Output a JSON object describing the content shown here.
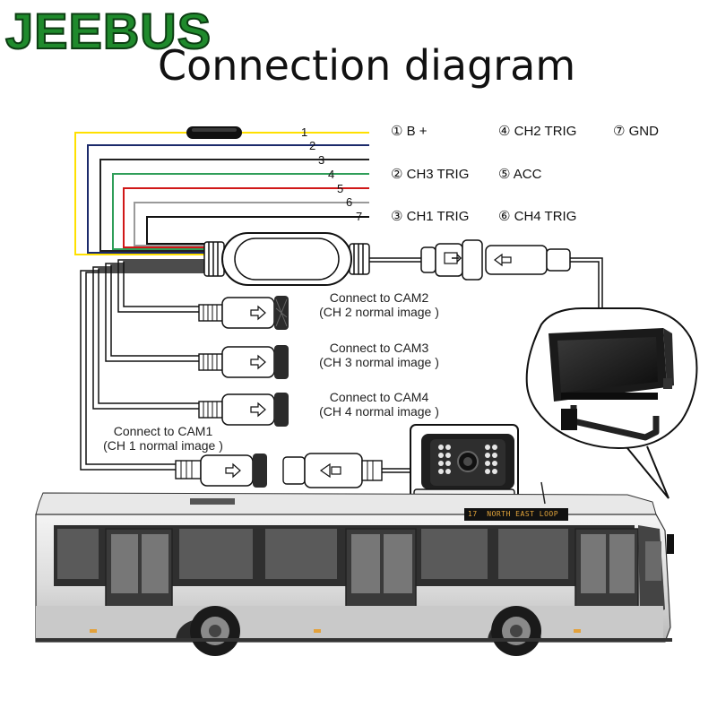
{
  "brand": "JEEBUS",
  "title": "Connection diagram",
  "wire_numbers": [
    "1",
    "2",
    "3",
    "4",
    "5",
    "6",
    "7"
  ],
  "wire_colors": [
    "#ffe000",
    "#1b2a6b",
    "#222222",
    "#2f9e59",
    "#d01818",
    "#9a9a9a",
    "#111111"
  ],
  "legend": [
    {
      "num": "①",
      "label": "B +"
    },
    {
      "num": "④",
      "label": "CH2 TRIG"
    },
    {
      "num": "⑦",
      "label": "GND"
    },
    {
      "num": "②",
      "label": "CH3 TRIG"
    },
    {
      "num": "⑤",
      "label": "ACC"
    },
    {
      "num": "③",
      "label": "CH1 TRIG"
    },
    {
      "num": "⑥",
      "label": "CH4 TRIG"
    }
  ],
  "connections": [
    {
      "line1": "Connect to CAM2",
      "line2": "(CH 2 normal image )"
    },
    {
      "line1": "Connect to CAM3",
      "line2": "(CH 3 normal image )"
    },
    {
      "line1": "Connect to CAM4",
      "line2": "(CH 4 normal image )"
    },
    {
      "line1": "Connect to CAM1",
      "line2": "(CH 1 normal image )"
    }
  ],
  "bus": {
    "route_number": "17",
    "destination": "NORTH EAST LOOP"
  }
}
